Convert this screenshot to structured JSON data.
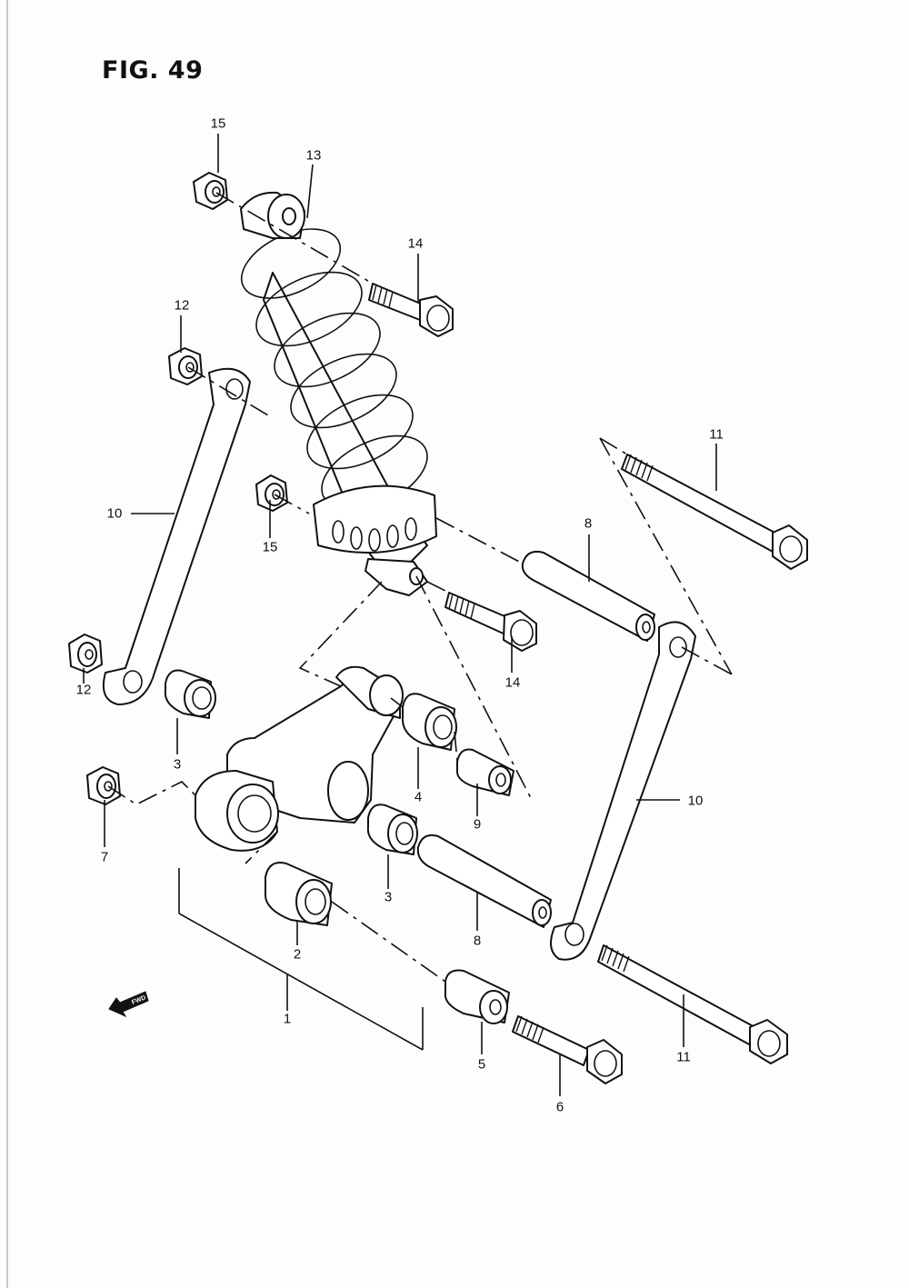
{
  "figure": {
    "title": "FIG. 49"
  },
  "fwd_badge": "FWD",
  "callouts": [
    {
      "id": "c15a",
      "text": "15"
    },
    {
      "id": "c13",
      "text": "13"
    },
    {
      "id": "c14a",
      "text": "14"
    },
    {
      "id": "c12a",
      "text": "12"
    },
    {
      "id": "c11a",
      "text": "11"
    },
    {
      "id": "c10a",
      "text": "10"
    },
    {
      "id": "c15b",
      "text": "15"
    },
    {
      "id": "c8a",
      "text": "8"
    },
    {
      "id": "c14b",
      "text": "14"
    },
    {
      "id": "c12b",
      "text": "12"
    },
    {
      "id": "c3a",
      "text": "3"
    },
    {
      "id": "c4",
      "text": "4"
    },
    {
      "id": "c9",
      "text": "9"
    },
    {
      "id": "c10b",
      "text": "10"
    },
    {
      "id": "c7",
      "text": "7"
    },
    {
      "id": "c3b",
      "text": "3"
    },
    {
      "id": "c8b",
      "text": "8"
    },
    {
      "id": "c2",
      "text": "2"
    },
    {
      "id": "c1",
      "text": "1"
    },
    {
      "id": "c5",
      "text": "5"
    },
    {
      "id": "c6",
      "text": "6"
    },
    {
      "id": "c11b",
      "text": "11"
    }
  ]
}
